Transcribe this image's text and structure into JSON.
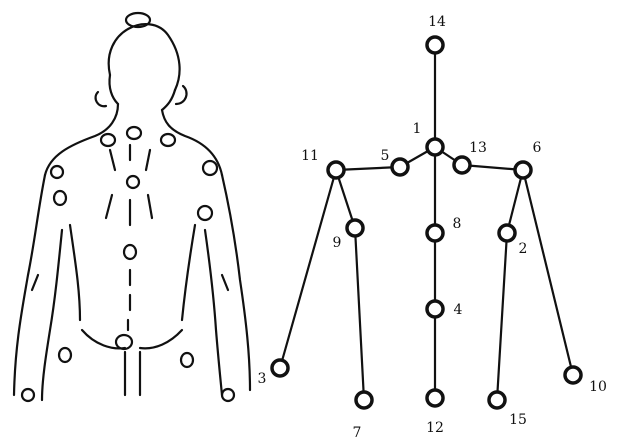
{
  "skeleton": {
    "joints": [
      {
        "id": "1",
        "label": "1"
      },
      {
        "id": "2",
        "label": "2"
      },
      {
        "id": "3",
        "label": "3"
      },
      {
        "id": "4",
        "label": "4"
      },
      {
        "id": "5",
        "label": "5"
      },
      {
        "id": "6",
        "label": "6"
      },
      {
        "id": "7",
        "label": "7"
      },
      {
        "id": "8",
        "label": "8"
      },
      {
        "id": "9",
        "label": "9"
      },
      {
        "id": "10",
        "label": "10"
      },
      {
        "id": "11",
        "label": "11"
      },
      {
        "id": "12",
        "label": "12"
      },
      {
        "id": "13",
        "label": "13"
      },
      {
        "id": "14",
        "label": "14"
      },
      {
        "id": "15",
        "label": "15"
      }
    ],
    "bones": [
      [
        "14",
        "1"
      ],
      [
        "1",
        "5"
      ],
      [
        "5",
        "11"
      ],
      [
        "1",
        "13"
      ],
      [
        "13",
        "6"
      ],
      [
        "11",
        "9"
      ],
      [
        "9",
        "7"
      ],
      [
        "11",
        "3"
      ],
      [
        "6",
        "2"
      ],
      [
        "2",
        "15"
      ],
      [
        "6",
        "10"
      ],
      [
        "1",
        "8"
      ],
      [
        "8",
        "4"
      ],
      [
        "4",
        "12"
      ]
    ]
  },
  "colors": {
    "ink": "#111111",
    "background": "#ffffff"
  }
}
